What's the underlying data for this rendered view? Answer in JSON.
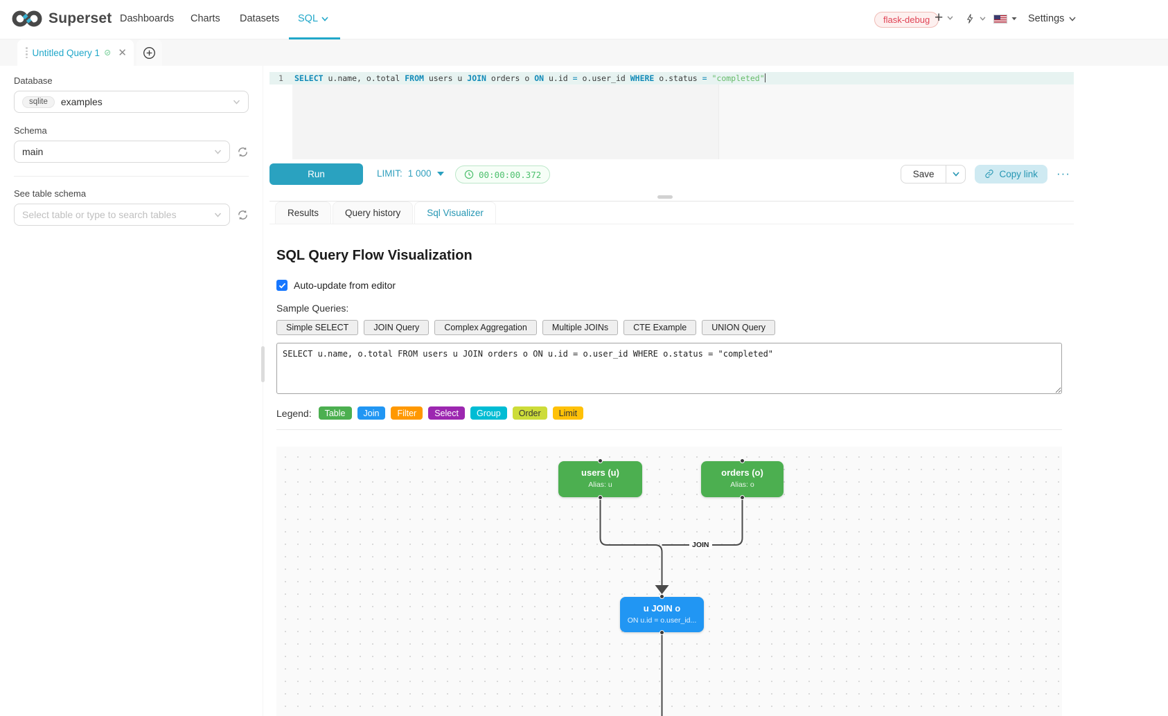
{
  "navbar": {
    "brand": "Superset",
    "items": [
      "Dashboards",
      "Charts",
      "Datasets",
      "SQL"
    ],
    "env_badge": "flask-debug",
    "settings_label": "Settings"
  },
  "query_tab": {
    "title": "Untitled Query 1"
  },
  "sidebar": {
    "database_label": "Database",
    "database_engine": "sqlite",
    "database_value": "examples",
    "schema_label": "Schema",
    "schema_value": "main",
    "table_label": "See table schema",
    "table_placeholder": "Select table or type to search tables"
  },
  "editor": {
    "line_number": "1",
    "sql_tokens": [
      {
        "t": "kw",
        "v": "SELECT"
      },
      {
        "t": "pl",
        "v": " u.name, o.total "
      },
      {
        "t": "kw",
        "v": "FROM"
      },
      {
        "t": "pl",
        "v": " users u "
      },
      {
        "t": "kw",
        "v": "JOIN"
      },
      {
        "t": "pl",
        "v": " orders o "
      },
      {
        "t": "kw",
        "v": "ON"
      },
      {
        "t": "pl",
        "v": " u.id "
      },
      {
        "t": "op",
        "v": "="
      },
      {
        "t": "pl",
        "v": " o.user_id "
      },
      {
        "t": "kw",
        "v": "WHERE"
      },
      {
        "t": "pl",
        "v": " o.status "
      },
      {
        "t": "op",
        "v": "="
      },
      {
        "t": "pl",
        "v": " "
      },
      {
        "t": "str",
        "v": "\"completed\""
      }
    ],
    "run_label": "Run",
    "limit_label": "LIMIT:",
    "limit_value": "1 000",
    "timer": "00:00:00.372",
    "save_label": "Save",
    "copy_link_label": "Copy link",
    "more_label": "···"
  },
  "result_tabs": {
    "results": "Results",
    "history": "Query history",
    "visualizer": "Sql Visualizer"
  },
  "visualizer": {
    "title": "SQL Query Flow Visualization",
    "auto_update_label": "Auto-update from editor",
    "samples_label": "Sample Queries:",
    "sample_buttons": [
      "Simple SELECT",
      "JOIN Query",
      "Complex Aggregation",
      "Multiple JOINs",
      "CTE Example",
      "UNION Query"
    ],
    "query_text": "SELECT u.name, o.total FROM users u JOIN orders o ON u.id = o.user_id WHERE o.status = \"completed\"",
    "legend_label": "Legend:",
    "legend": [
      {
        "label": "Table",
        "color": "#4CAF50",
        "text_color": "#ffffff"
      },
      {
        "label": "Join",
        "color": "#2196F3",
        "text_color": "#ffffff"
      },
      {
        "label": "Filter",
        "color": "#FF9800",
        "text_color": "#ffffff"
      },
      {
        "label": "Select",
        "color": "#9C27B0",
        "text_color": "#ffffff"
      },
      {
        "label": "Group",
        "color": "#00BCD4",
        "text_color": "#ffffff"
      },
      {
        "label": "Order",
        "color": "#CDDC39",
        "text_color": "#333333"
      },
      {
        "label": "Limit",
        "color": "#FFC107",
        "text_color": "#333333"
      }
    ],
    "flow": {
      "nodes": [
        {
          "title": "users (u)",
          "subtitle": "Alias: u",
          "color": "#4CAF50"
        },
        {
          "title": "orders (o)",
          "subtitle": "Alias: o",
          "color": "#4CAF50"
        },
        {
          "title": "u JOIN o",
          "subtitle": "ON u.id = o.user_id...",
          "color": "#2196F3"
        }
      ],
      "edge_label": "JOIN"
    },
    "accent_color": "#20a7c9"
  }
}
